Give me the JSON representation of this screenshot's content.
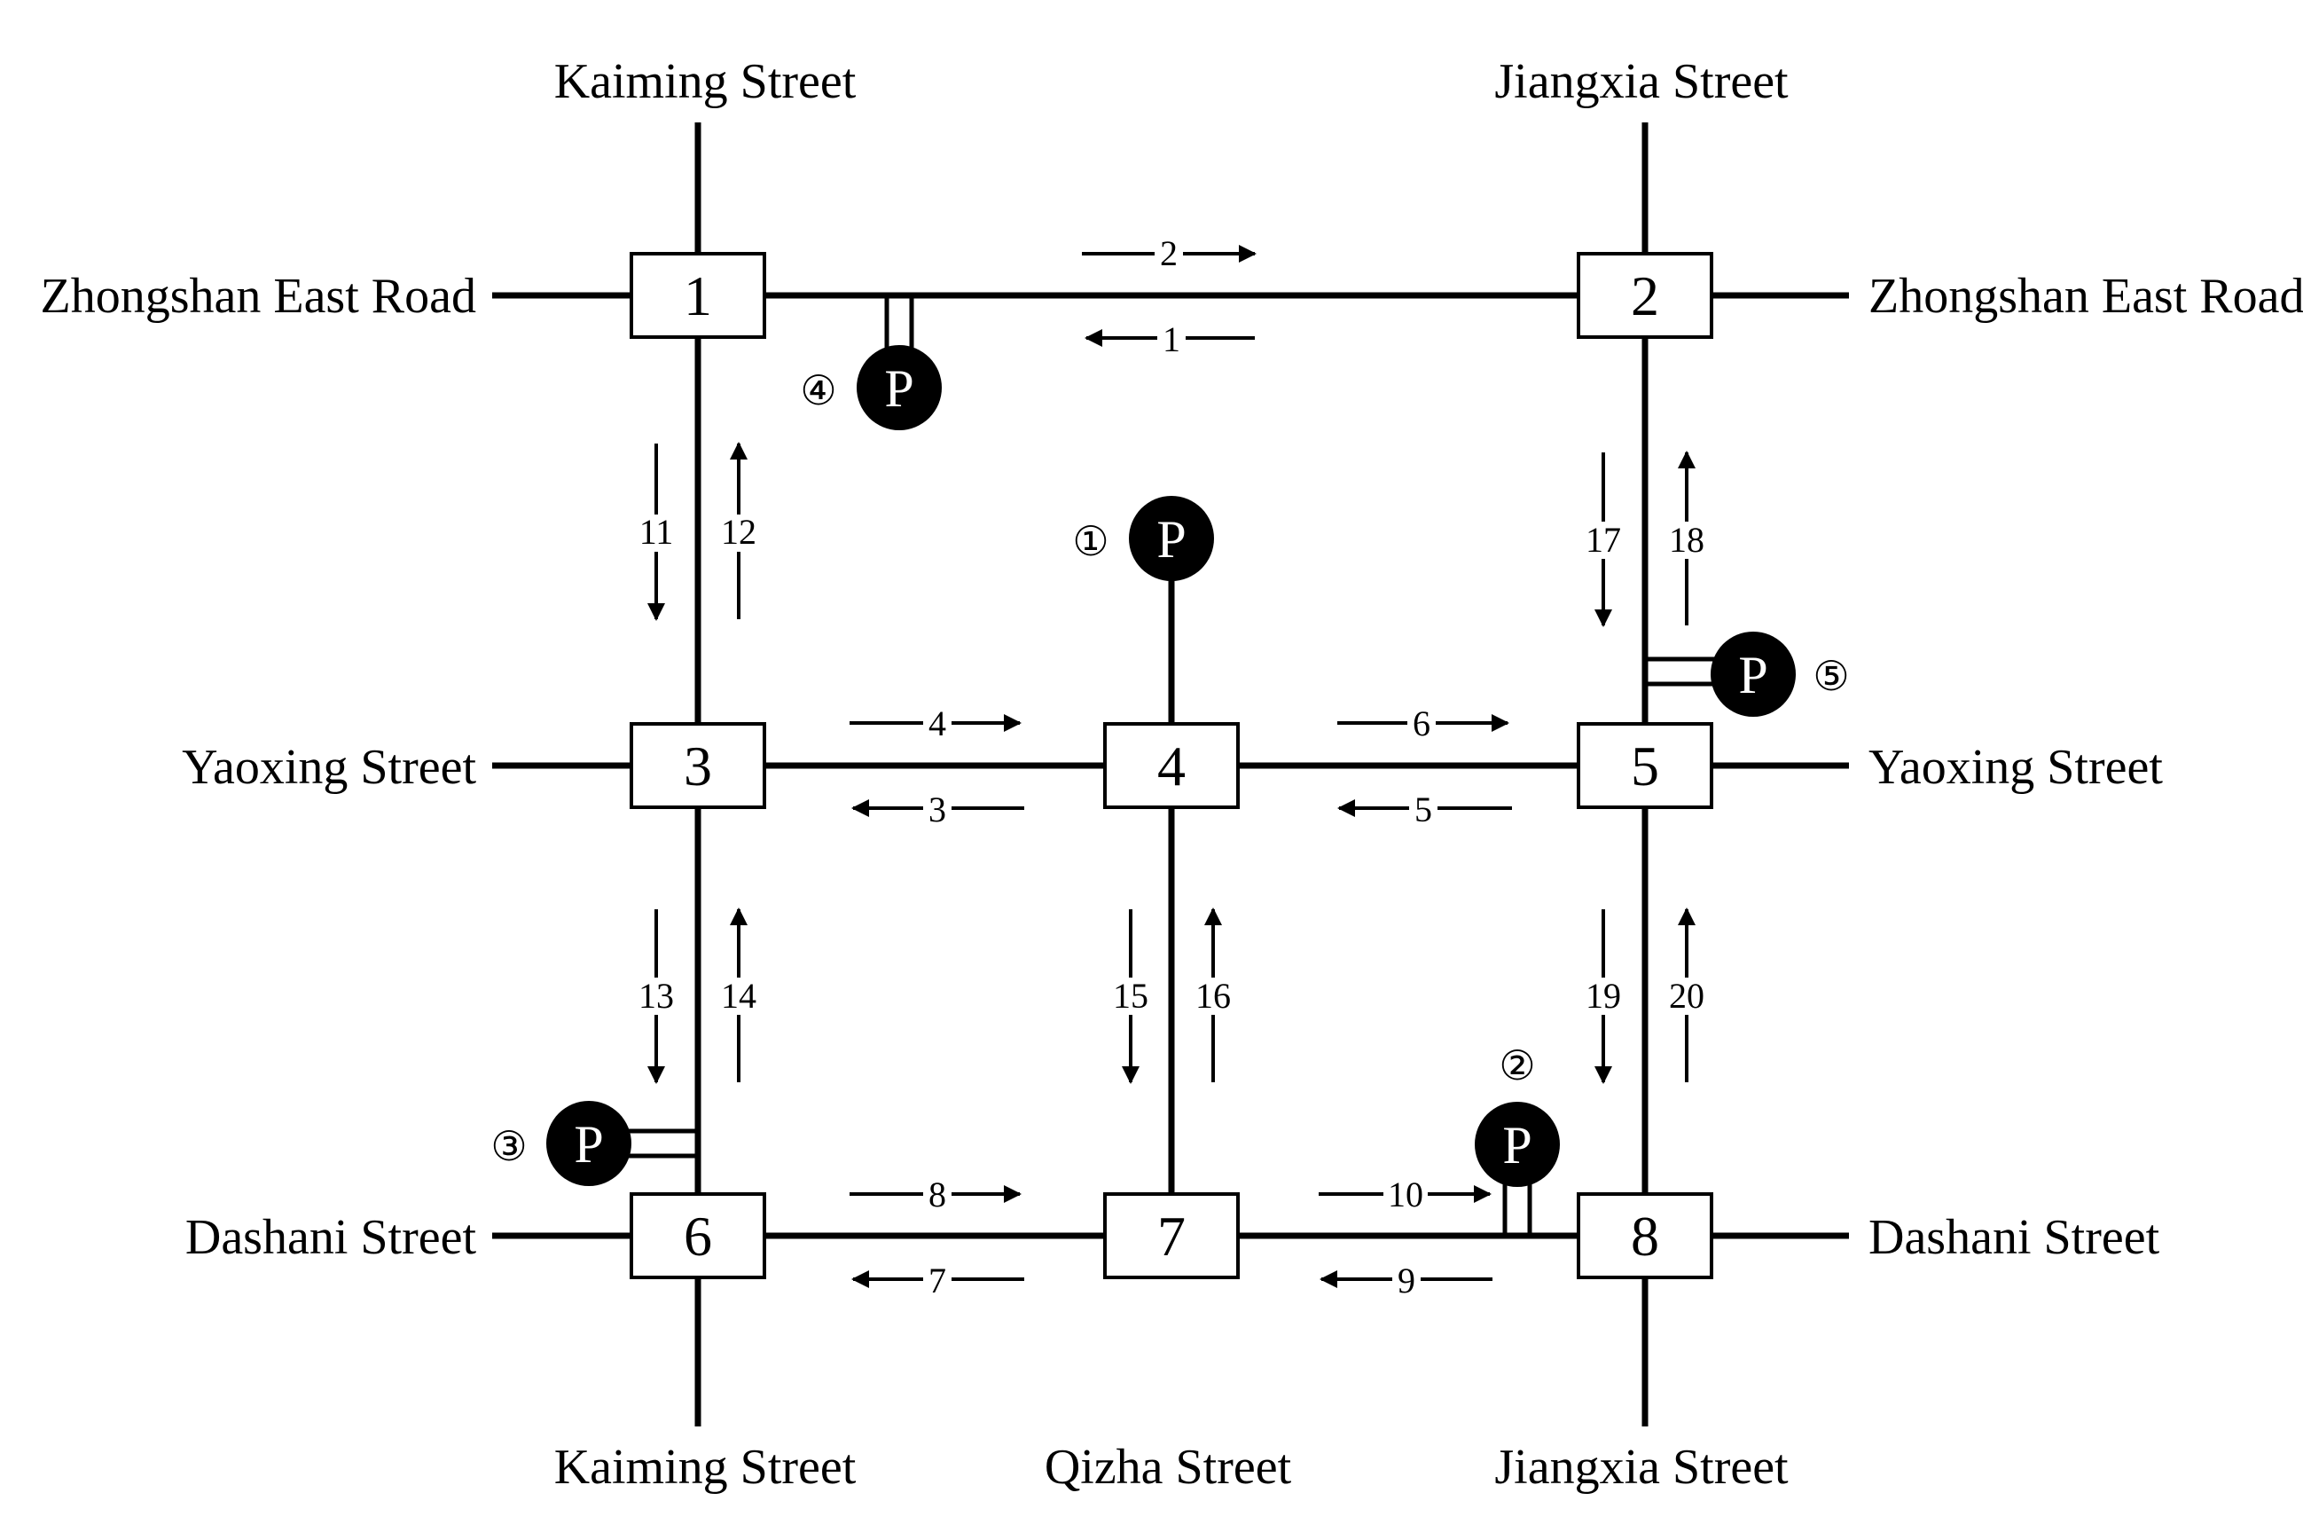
{
  "streets": {
    "kaiming_top": "Kaiming Street",
    "jiangxia_top": "Jiangxia Street",
    "zhongshan_left": "Zhongshan East Road",
    "zhongshan_right": "Zhongshan East Road",
    "yaoxing_left": "Yaoxing Street",
    "yaoxing_right": "Yaoxing Street",
    "dashani_left": "Dashani Street",
    "dashani_right": "Dashani Street",
    "kaiming_bottom": "Kaiming Street",
    "qizha_bottom": "Qizha Street",
    "jiangxia_bottom": "Jiangxia Street"
  },
  "nodes": [
    "1",
    "2",
    "3",
    "4",
    "5",
    "6",
    "7",
    "8"
  ],
  "links": [
    "1",
    "2",
    "3",
    "4",
    "5",
    "6",
    "7",
    "8",
    "9",
    "10",
    "11",
    "12",
    "13",
    "14",
    "15",
    "16",
    "17",
    "18",
    "19",
    "20"
  ],
  "parking": {
    "symbol": "P",
    "lots": [
      "①",
      "②",
      "③",
      "④",
      "⑤"
    ]
  }
}
